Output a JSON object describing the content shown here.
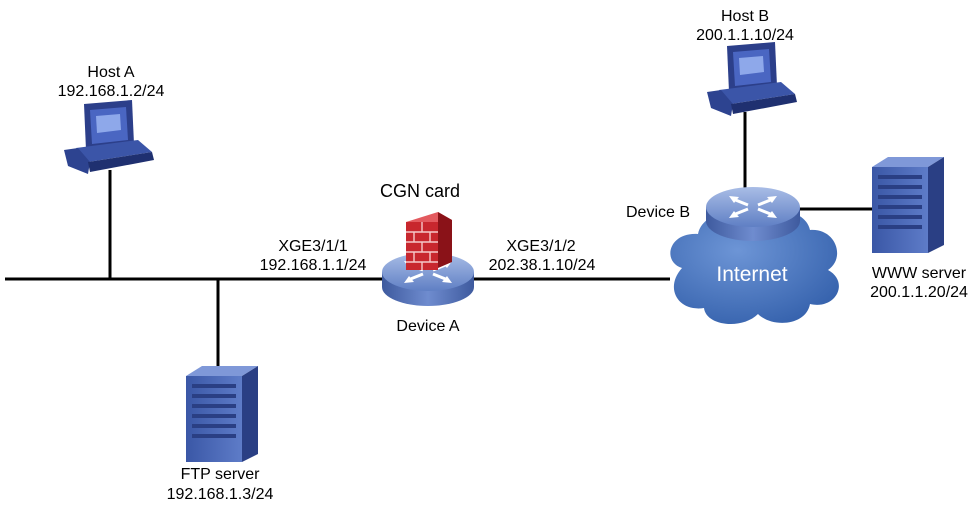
{
  "host_a": {
    "name": "Host A",
    "ip": "192.168.1.2/24"
  },
  "host_b": {
    "name": "Host B",
    "ip": "200.1.1.10/24"
  },
  "ftp_server": {
    "name": "FTP server",
    "ip": "192.168.1.3/24"
  },
  "www_server": {
    "name": "WWW server",
    "ip": "200.1.1.20/24"
  },
  "device_a": {
    "name": "Device A",
    "card": "CGN card",
    "if_left": {
      "name": "XGE3/1/1",
      "ip": "192.168.1.1/24"
    },
    "if_right": {
      "name": "XGE3/1/2",
      "ip": "202.38.1.10/24"
    }
  },
  "device_b": {
    "name": "Device B"
  },
  "internet": {
    "label": "Internet"
  },
  "colors": {
    "device_blue": "#5b7dc4",
    "cloud_blue": "#3a6cb8",
    "firewall_red": "#c8272e"
  },
  "icons": [
    "pc-icon",
    "server-icon",
    "router-icon",
    "firewall-icon",
    "cloud-icon"
  ]
}
